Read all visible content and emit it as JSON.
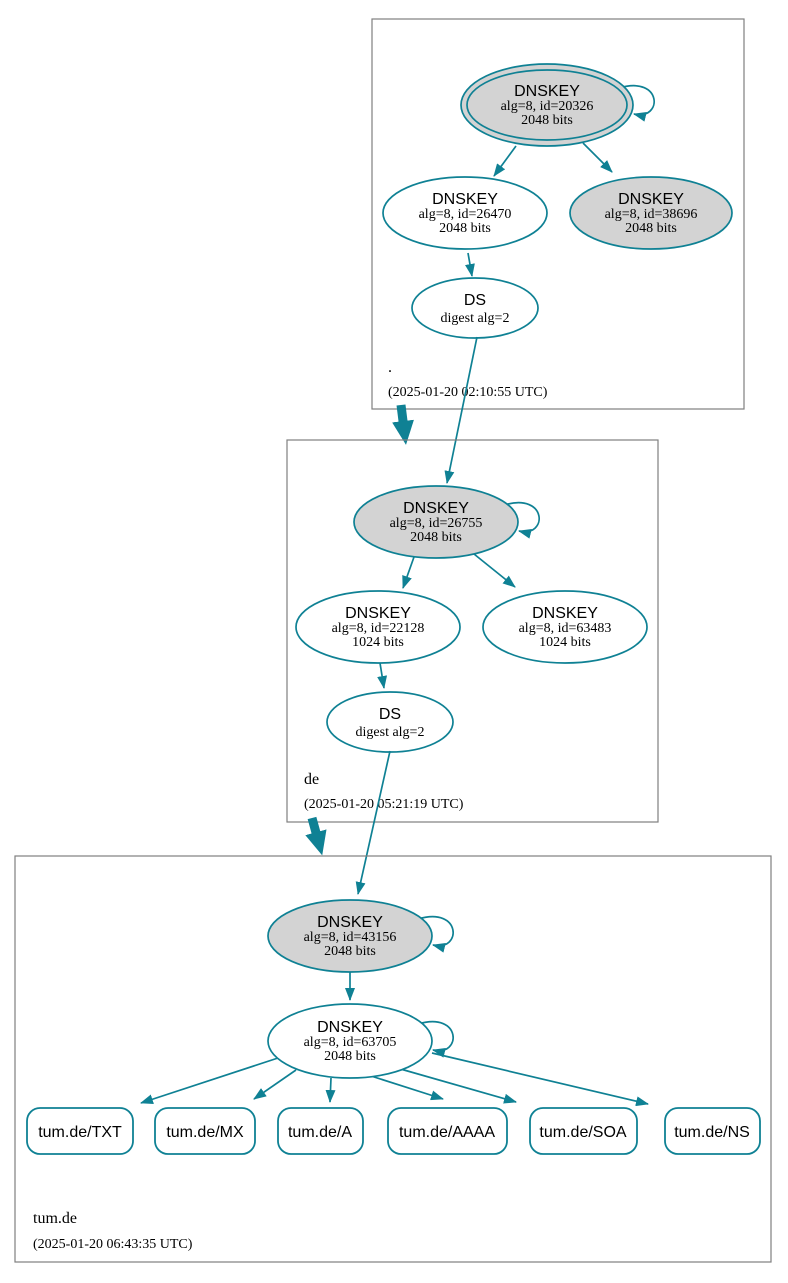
{
  "colors": {
    "edge": "#0f8194",
    "ksk_fill": "#d3d3d3",
    "node_fill": "#ffffff",
    "zone_border": "#7f7f7f",
    "text": "#000000"
  },
  "zones": [
    {
      "name": ".",
      "timestamp": "(2025-01-20 02:10:55 UTC)",
      "ksk": {
        "title": "DNSKEY",
        "alg": "alg=8, id=20326",
        "bits": "2048 bits"
      },
      "zsk": {
        "title": "DNSKEY",
        "alg": "alg=8, id=26470",
        "bits": "2048 bits"
      },
      "key2": {
        "title": "DNSKEY",
        "alg": "alg=8, id=38696",
        "bits": "2048 bits"
      },
      "ds": {
        "title": "DS",
        "digest": "digest alg=2"
      }
    },
    {
      "name": "de",
      "timestamp": "(2025-01-20 05:21:19 UTC)",
      "ksk": {
        "title": "DNSKEY",
        "alg": "alg=8, id=26755",
        "bits": "2048 bits"
      },
      "zsk": {
        "title": "DNSKEY",
        "alg": "alg=8, id=22128",
        "bits": "1024 bits"
      },
      "key2": {
        "title": "DNSKEY",
        "alg": "alg=8, id=63483",
        "bits": "1024 bits"
      },
      "ds": {
        "title": "DS",
        "digest": "digest alg=2"
      }
    },
    {
      "name": "tum.de",
      "timestamp": "(2025-01-20 06:43:35 UTC)",
      "ksk": {
        "title": "DNSKEY",
        "alg": "alg=8, id=43156",
        "bits": "2048 bits"
      },
      "zsk": {
        "title": "DNSKEY",
        "alg": "alg=8, id=63705",
        "bits": "2048 bits"
      },
      "rrsets": [
        "tum.de/TXT",
        "tum.de/MX",
        "tum.de/A",
        "tum.de/AAAA",
        "tum.de/SOA",
        "tum.de/NS"
      ]
    }
  ]
}
